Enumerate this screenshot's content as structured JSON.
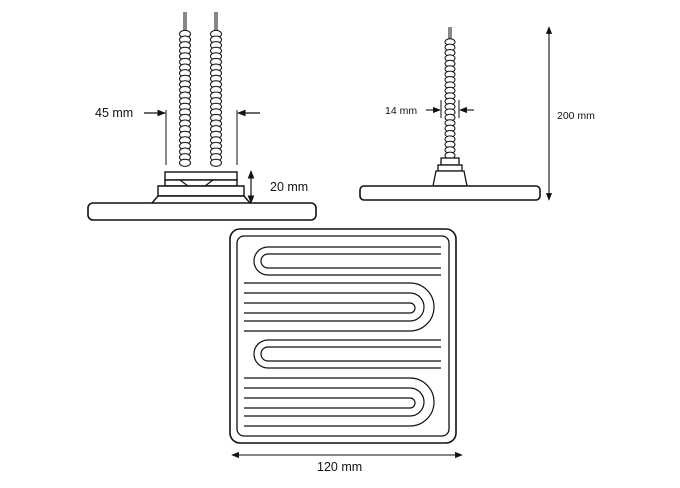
{
  "dimensions": {
    "lead_spacing": "45 mm",
    "base_height": "20 mm",
    "lead_diameter": "14 mm",
    "total_length": "200 mm",
    "plate_width": "120 mm"
  },
  "colors": {
    "stroke": "#111111",
    "background": "#ffffff"
  }
}
